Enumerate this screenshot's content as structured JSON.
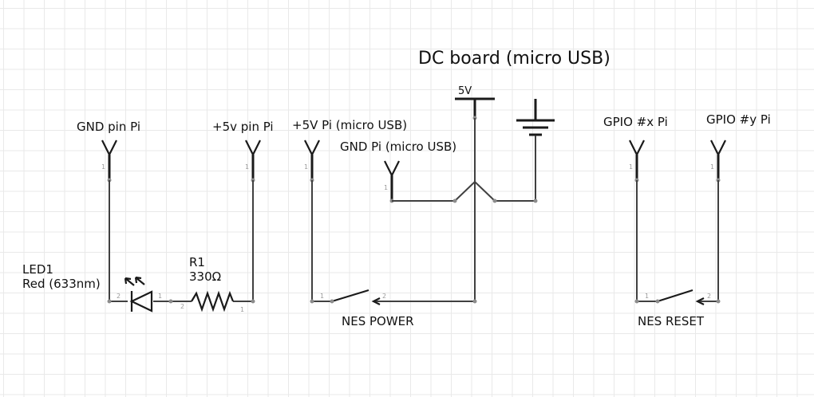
{
  "title": "DC board (micro USB)",
  "supply_label": "5V",
  "connectors": {
    "gnd_pin_pi": "GND pin Pi",
    "plus5v_pin_pi": "+5v pin Pi",
    "plus5v_pi_micro_usb": "+5V Pi (micro USB)",
    "gnd_pi_micro_usb": "GND Pi (micro USB)",
    "gpio_x_pi": "GPIO #x Pi",
    "gpio_y_pi": "GPIO #y Pi"
  },
  "led": {
    "ref": "LED1",
    "value": "Red (633nm)"
  },
  "resistor": {
    "ref": "R1",
    "value": "330Ω"
  },
  "switches": {
    "power": "NES POWER",
    "reset": "NES RESET"
  },
  "pin_numbers": {
    "one": "1",
    "two": "2"
  },
  "colors": {
    "wire": "#404040",
    "part": "#1a1a1a",
    "node": "#8c8c8c",
    "grid": "#e9e9e9"
  }
}
